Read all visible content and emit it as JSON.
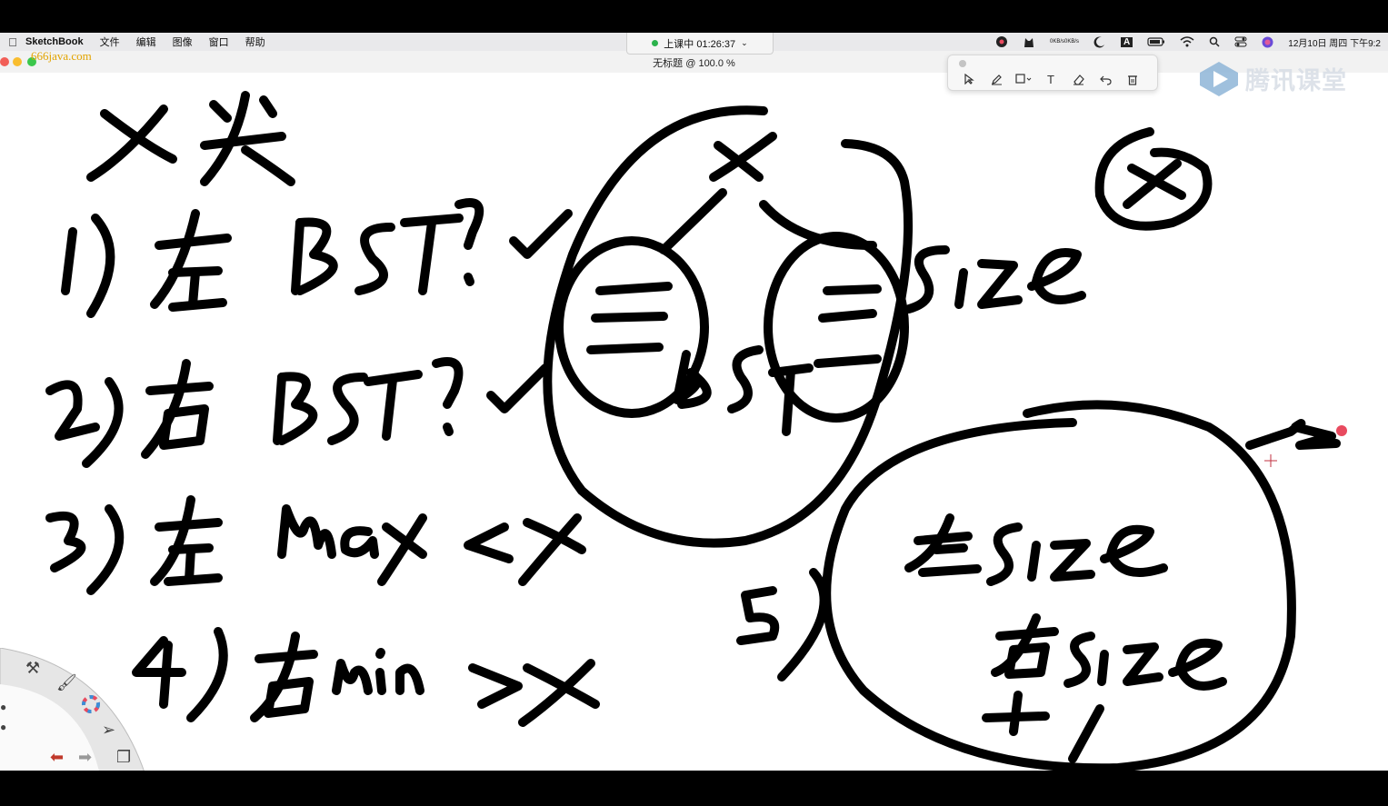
{
  "menubar": {
    "apple_icon": "apple-logo-icon",
    "app_name": "SketchBook",
    "items": [
      "文件",
      "编辑",
      "图像",
      "窗口",
      "帮助"
    ],
    "datetime": "12月10日 周四 下午9:2"
  },
  "class_status": {
    "label": "上课中 01:26:37",
    "color": "#2bb24c"
  },
  "document": {
    "title": "无标题 @ 100.0 %"
  },
  "watermark": "666java.com",
  "brand": {
    "name": "腾讯课堂"
  },
  "tray": {
    "net_up": "0KB/s",
    "net_down": "0KB/s",
    "input_method": "A"
  },
  "annotation_toolbar": {
    "tools": [
      "select-icon",
      "pen-icon",
      "shape-icon",
      "text-icon",
      "eraser-icon",
      "undo-icon",
      "trash-icon"
    ],
    "text_tool_glyph": "T"
  },
  "canvas_text": {
    "title": "X头",
    "items": [
      "1) 左 BST ? ✓",
      "2) 右 BST ? ✓",
      "3) 左 max < X",
      "4) 右 min > X"
    ],
    "tree_root": "X",
    "tree_label": "BST",
    "size_label": "size",
    "circle_x": "X",
    "case_number": "5",
    "formula": [
      "左size",
      "右size",
      "+1"
    ]
  },
  "colors": {
    "ink": "#000000",
    "canvas": "#ffffff",
    "cursor_accent": "#e84a5f"
  }
}
